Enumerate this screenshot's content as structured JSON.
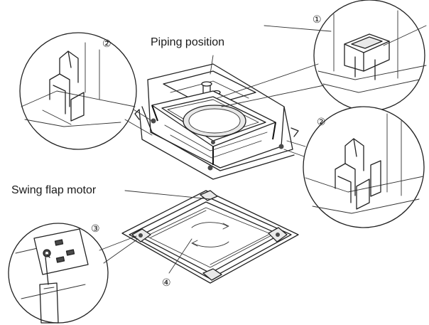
{
  "labels": {
    "piping_position": "Piping position",
    "swing_flap_motor": "Swing flap motor"
  },
  "callouts": {
    "c1_top": "①",
    "c2_left": "②",
    "c2_right": "②",
    "c3_bottom": "③",
    "c4_panel": "④"
  }
}
